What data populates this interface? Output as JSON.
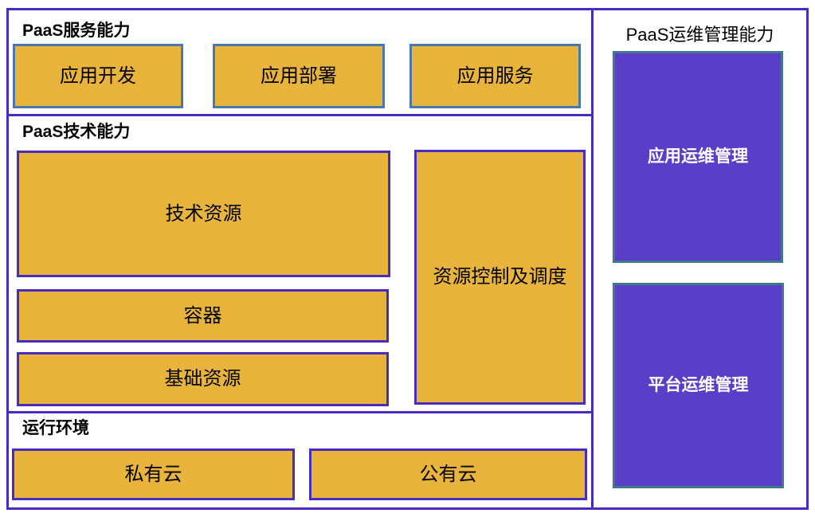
{
  "diagram": {
    "left": {
      "service_section": {
        "title": "PaaS服务能力",
        "items": [
          "应用开发",
          "应用部署",
          "应用服务"
        ]
      },
      "tech_section": {
        "title": "PaaS技术能力",
        "stack": [
          "技术资源",
          "容器",
          "基础资源"
        ],
        "side": "资源控制及调度"
      },
      "runtime_section": {
        "title": "运行环境",
        "items": [
          "私有云",
          "公有云"
        ]
      }
    },
    "right": {
      "title": "PaaS运维管理能力",
      "items": [
        "应用运维管理",
        "平台运维管理"
      ]
    },
    "colors": {
      "outline_purple": "#4a2bbf",
      "box_orange": "#e9b43c",
      "box_purple_fill": "#5b3ec8",
      "border_steel_blue": "#4878ae",
      "border_teal": "#40788e",
      "text_black": "#000000",
      "text_white": "#ffffff"
    }
  }
}
